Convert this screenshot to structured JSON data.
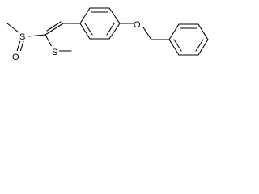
{
  "molecule": {
    "atoms": {
      "sulfoxide_sulfur": "S",
      "sulfoxide_oxygen": "O",
      "thioether_sulfur": "S",
      "ether_oxygen": "O"
    }
  },
  "colors": {
    "bond": "#000000",
    "label": "#000000",
    "background": "#ffffff"
  }
}
